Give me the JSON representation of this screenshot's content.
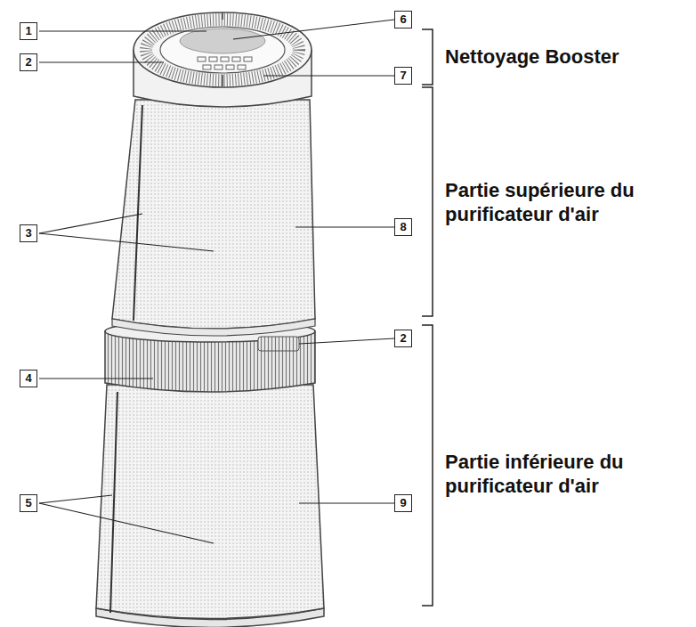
{
  "diagram": {
    "labels": [
      "1",
      "6",
      "Nettoyage Booster",
      "2",
      "7",
      "Partie supérieure du purificateur d'air",
      "3",
      "8",
      "2",
      "4",
      "Partie inférieure du purificateur d'air",
      "5",
      "9"
    ]
  }
}
